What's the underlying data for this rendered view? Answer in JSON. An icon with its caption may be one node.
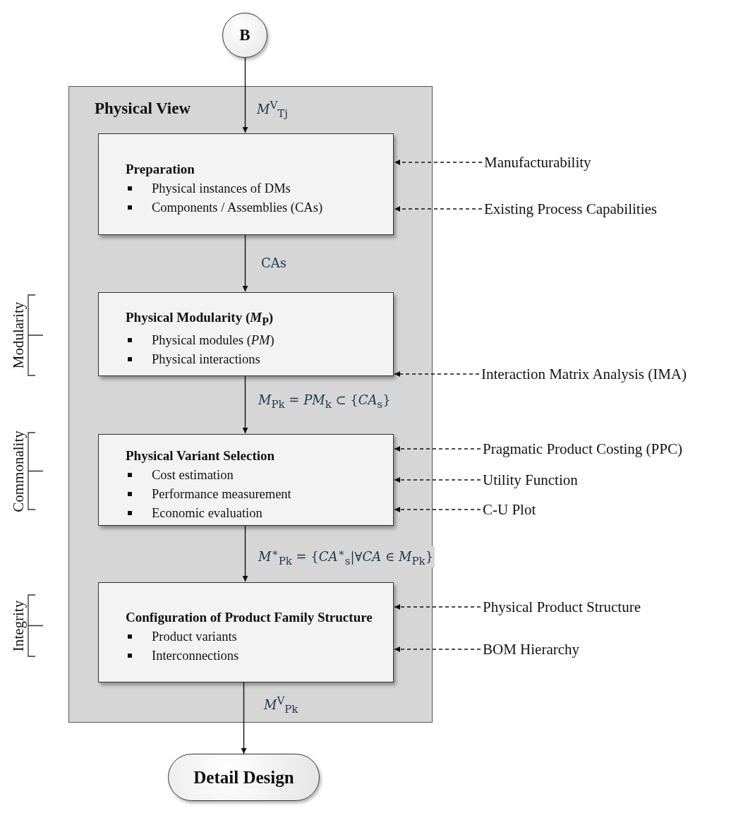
{
  "diagram": {
    "nodes": [
      {
        "text": [
          "B"
        ]
      },
      {
        "text": [
          "Physical View"
        ]
      },
      {
        "text": [
          "Preparation",
          "Physical instances of DMs",
          "Components / Assemblies (CAs)"
        ],
        "in": 1
      },
      {
        "text": [
          "Physical Modularity (*M*$_{P}$)",
          "Physical modules (*PM*)",
          "Physical interactions"
        ],
        "in": 1
      },
      {
        "text": [
          "Physical Variant Selection",
          "Cost estimation",
          "Performance measurement",
          "Economic evaluation"
        ],
        "in": 1
      },
      {
        "text": [
          "Configuration of Product Family Structure",
          "Product variants",
          "Interconnections"
        ],
        "in": 1
      },
      {
        "text": [
          "Detail Design"
        ]
      },
      {
        "text": [
          "Manufacturability"
        ]
      },
      {
        "text": [
          "Existing Process Capabilities"
        ]
      },
      {
        "text": [
          "Interaction Matrix Analysis (IMA)"
        ]
      },
      {
        "text": [
          "Pragmatic Product Costing (PPC)"
        ]
      },
      {
        "text": [
          "Utility Function"
        ]
      },
      {
        "text": [
          "C-U Plot"
        ]
      },
      {
        "text": [
          "Physical Product Structure"
        ]
      },
      {
        "text": [
          "BOM Hierarchy"
        ]
      }
    ],
    "edges": [
      {
        "from": 0,
        "to": 2,
        "arrow": "to",
        "label": "*M*$^{V}$$_{Tj}$"
      },
      {
        "from": 2,
        "to": 3,
        "arrow": "to",
        "label": "CAs"
      },
      {
        "from": 3,
        "to": 4,
        "arrow": "to",
        "label": "*M*$_{Pk}$ = *PM*$_{k}$ ⊂ {*CA*$_{s}$}"
      },
      {
        "from": 4,
        "to": 5,
        "arrow": "to",
        "label": "*M*$^{∗}$$_{Pk}$ = {*CA*$^{∗}$$_{s}$|∀*CA* ∈ *M*$_{Pk}$}"
      },
      {
        "from": 5,
        "to": 6,
        "arrow": "to",
        "label": "*M*$^{V}$$_{Pk}$"
      },
      {
        "from": 7,
        "to": 2,
        "arrow": "to",
        "style": "dashed"
      },
      {
        "from": 8,
        "to": 2,
        "arrow": "to",
        "style": "dashed"
      },
      {
        "from": 9,
        "to": 3,
        "arrow": "to",
        "style": "dashed"
      },
      {
        "from": 10,
        "to": 4,
        "arrow": "to",
        "style": "dashed"
      },
      {
        "from": 11,
        "to": 4,
        "arrow": "to",
        "style": "dashed"
      },
      {
        "from": 12,
        "to": 4,
        "arrow": "to",
        "style": "dashed"
      },
      {
        "from": 13,
        "to": 5,
        "arrow": "to",
        "style": "dashed"
      },
      {
        "from": 14,
        "to": 5,
        "arrow": "to",
        "style": "dashed"
      }
    ],
    "labels": [
      "Modularity",
      "Commonality",
      "Integrity"
    ]
  }
}
